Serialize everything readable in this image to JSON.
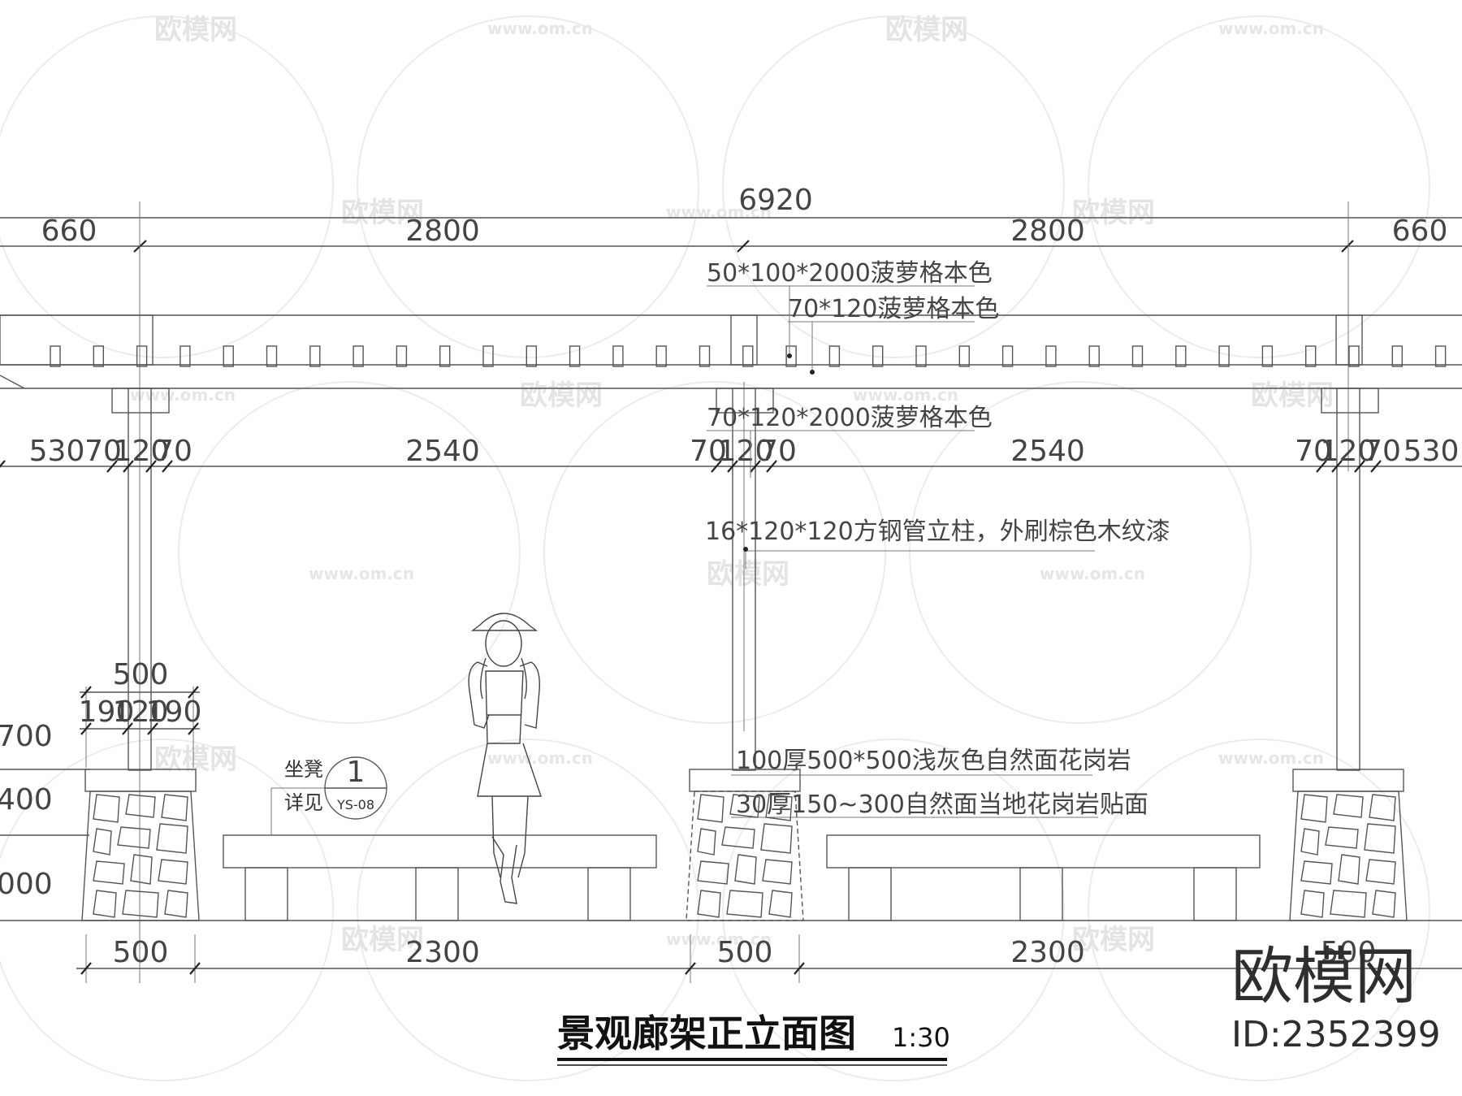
{
  "drawing": {
    "title": "景观廊架正立面图",
    "scale": "1:30",
    "top_dimensions": {
      "overall": "6920",
      "segments": [
        "660",
        "2800",
        "2800",
        "660"
      ]
    },
    "post_dimensions": {
      "left": [
        "530",
        "70",
        "120",
        "70"
      ],
      "span_left": "2540",
      "middle": [
        "70",
        "120",
        "70"
      ],
      "span_right": "2540",
      "right": [
        "70",
        "120",
        "70",
        "530"
      ]
    },
    "pier_cap": {
      "width": "500",
      "parts": [
        "190",
        "120",
        "190"
      ]
    },
    "elevations": [
      "700",
      "400",
      "000"
    ],
    "bottom_dimensions": [
      "500",
      "2300",
      "500",
      "2300",
      "500"
    ],
    "annotations": {
      "joist": "50*100*2000菠萝格本色",
      "beam_top": "70*120菠萝格本色",
      "beam_lower": "70*120*2000菠萝格本色",
      "post": "16*120*120方钢管立柱，外刷棕色木纹漆",
      "cap_stone": "100厚500*500浅灰色自然面花岗岩",
      "pier_facing": "30厚150~300自然面当地花岗岩贴面"
    },
    "bench_detail": {
      "label_line1": "坐凳",
      "label_line2": "详见",
      "ref_number": "1",
      "ref_sheet": "YS-08"
    }
  },
  "watermarks": {
    "logo_text": "欧模网",
    "url": "www.om.cn"
  },
  "brand": {
    "name": "欧模网",
    "id": "ID:2352399"
  }
}
